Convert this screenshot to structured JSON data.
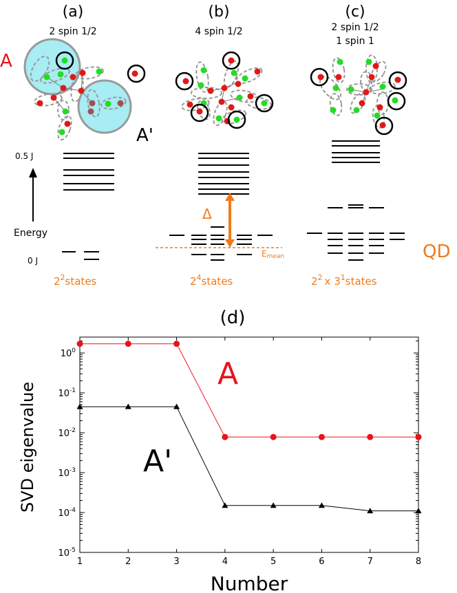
{
  "top": {
    "panels": [
      {
        "letter": "(a)",
        "desc": [
          "2 spin 1/2"
        ],
        "states_base": "2",
        "states_exp": "2",
        "states_suffix": "states"
      },
      {
        "letter": "(b)",
        "desc": [
          "4 spin 1/2"
        ],
        "states_base": "2",
        "states_exp": "4",
        "states_suffix": "states"
      },
      {
        "letter": "(c)",
        "desc": [
          "2 spin 1/2",
          "1 spin 1"
        ],
        "states_base": "2",
        "states_exp": "2",
        "states_suffix": "x 3",
        "states_exp2": "1",
        "states_suffix2": "states"
      }
    ],
    "labels": {
      "A": "A",
      "A_prime": "A'",
      "energy": "Energy",
      "half_j": "0.5 J",
      "zero_j": "0 J",
      "delta": "Δ",
      "e_mean_main": "E",
      "e_mean_sub": "mean",
      "qd": "QD"
    },
    "colors": {
      "red_label": "#e8141c",
      "orange": "#f07a1a",
      "spin_red": "#e01818",
      "spin_green": "#22dd22",
      "spin_brown": "#a05050",
      "cyan_fill": "#a8ecf4"
    }
  },
  "chart_data": {
    "type": "line",
    "title": "(d)",
    "xlabel": "Number",
    "ylabel": "SVD eigenvalue",
    "x": [
      1,
      2,
      3,
      4,
      5,
      6,
      7,
      8
    ],
    "xlim": [
      1,
      8
    ],
    "ylim": [
      1e-05,
      2.5
    ],
    "yscale": "log",
    "xticks": [
      "1",
      "2",
      "3",
      "4",
      "5",
      "6",
      "7",
      "8"
    ],
    "yticks": [
      {
        "value": 1,
        "base": "10",
        "exp": "0"
      },
      {
        "value": 0.1,
        "base": "10",
        "exp": "-1"
      },
      {
        "value": 0.01,
        "base": "10",
        "exp": "-2"
      },
      {
        "value": 0.001,
        "base": "10",
        "exp": "-3"
      },
      {
        "value": 0.0001,
        "base": "10",
        "exp": "-4"
      },
      {
        "value": 1e-05,
        "base": "10",
        "exp": "-5"
      }
    ],
    "series": [
      {
        "name": "A",
        "color": "#e8141c",
        "marker": "circle",
        "values": [
          1.7,
          1.7,
          1.7,
          0.0078,
          0.0078,
          0.0078,
          0.0078,
          0.0078
        ]
      },
      {
        "name": "A'",
        "color": "#000000",
        "marker": "triangle",
        "values": [
          0.045,
          0.045,
          0.045,
          0.00015,
          0.00015,
          0.00015,
          0.00011,
          0.00011
        ]
      }
    ]
  }
}
